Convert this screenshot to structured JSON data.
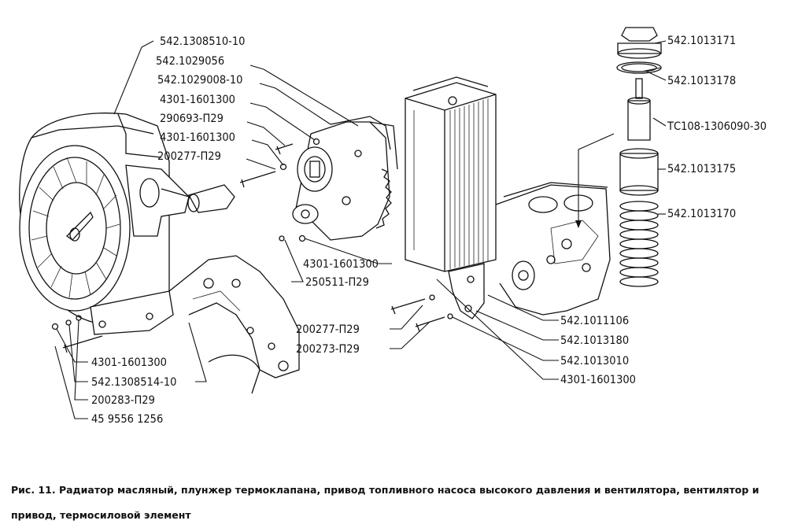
{
  "figure": {
    "caption_prefix": "Рис. 11.",
    "caption_text": "Радиатор масляный, плунжер термоклапана, привод топливного насоса высокого давления и вентилятора, вентилятор и привод, термосиловой элемент"
  },
  "labels": [
    {
      "id": "l1",
      "text": "542.1308510-10"
    },
    {
      "id": "l2",
      "text": "542.1029056"
    },
    {
      "id": "l3",
      "text": "542.1029008-10"
    },
    {
      "id": "l4",
      "text": "4301-1601300"
    },
    {
      "id": "l5",
      "text": "290693-П29"
    },
    {
      "id": "l6",
      "text": "4301-1601300"
    },
    {
      "id": "l7",
      "text": "200277-П29"
    },
    {
      "id": "l8",
      "text": "542.1013171"
    },
    {
      "id": "l9",
      "text": "542.1013178"
    },
    {
      "id": "l10",
      "text": "ТС108-1306090-30"
    },
    {
      "id": "l11",
      "text": "542.1013175"
    },
    {
      "id": "l12",
      "text": "542.1013170"
    },
    {
      "id": "l13",
      "text": "4301-1601300"
    },
    {
      "id": "l14",
      "text": "250511-П29"
    },
    {
      "id": "l15",
      "text": "542.1011106"
    },
    {
      "id": "l16",
      "text": "200277-П29"
    },
    {
      "id": "l17",
      "text": "542.1013180"
    },
    {
      "id": "l18",
      "text": "200273-П29"
    },
    {
      "id": "l19",
      "text": "542.1013010"
    },
    {
      "id": "l20",
      "text": "4301-1601300"
    },
    {
      "id": "l21",
      "text": "4301-1601300"
    },
    {
      "id": "l22",
      "text": "542.1308514-10"
    },
    {
      "id": "l23",
      "text": "200283-П29"
    },
    {
      "id": "l24",
      "text": "45 9556 1256"
    }
  ]
}
